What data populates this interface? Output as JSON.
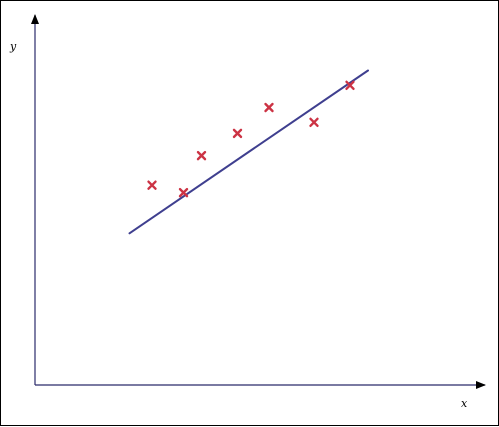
{
  "chart_data": {
    "type": "scatter",
    "xlabel": "x",
    "ylabel": "y",
    "grid": false,
    "xlim": [
      0,
      10
    ],
    "ylim": [
      0,
      10
    ],
    "points": [
      {
        "x": 2.6,
        "y": 5.4
      },
      {
        "x": 3.3,
        "y": 5.2
      },
      {
        "x": 3.7,
        "y": 6.2
      },
      {
        "x": 4.5,
        "y": 6.8
      },
      {
        "x": 5.2,
        "y": 7.5
      },
      {
        "x": 6.2,
        "y": 7.1
      },
      {
        "x": 7.0,
        "y": 8.1
      }
    ],
    "fit_line": {
      "x": [
        2.1,
        7.4
      ],
      "y": [
        4.1,
        8.5
      ]
    },
    "colors": {
      "points": "#cc3344",
      "fit_line": "#3f3f8f",
      "axes": "#2b2b6b"
    }
  }
}
